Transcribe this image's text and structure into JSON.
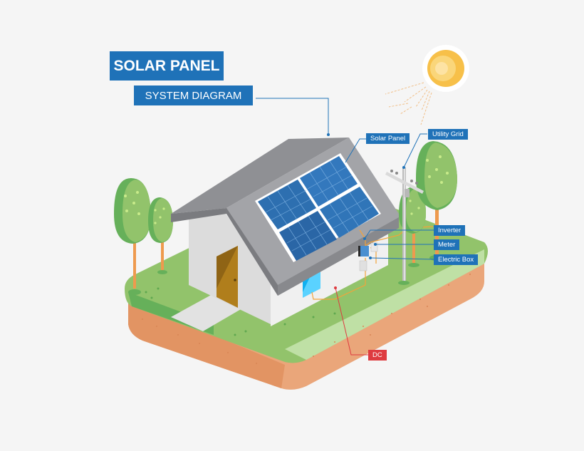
{
  "header": {
    "title": "SOLAR PANEL",
    "subtitle": "SYSTEM DIAGRAM"
  },
  "callouts": {
    "solar_panel": "Solar Panel",
    "utility_grid": "Utility Grid",
    "inverter": "Inverter",
    "meter": "Meter",
    "electric_box": "Electric Box",
    "dc": "DC"
  },
  "colors": {
    "background": "#f5f5f5",
    "label_blue": "#1f72b8",
    "dc_red": "#de3b40",
    "grass": "#92c36b",
    "soil": "#eaa67a",
    "roof": "#9d9ea2",
    "panel": "#2d6fb0",
    "sun": "#f7c049",
    "wire": "#f3a33a"
  },
  "icons": [
    "sun-icon",
    "house-icon",
    "solar-panel-icon",
    "tree-icon",
    "utility-pole-icon",
    "inverter-icon",
    "meter-icon",
    "electric-box-icon"
  ]
}
